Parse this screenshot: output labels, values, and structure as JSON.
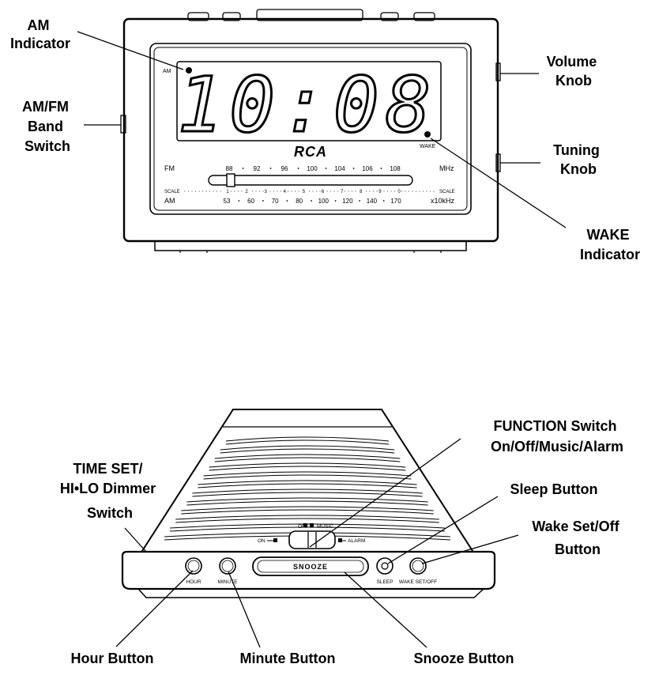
{
  "display": {
    "time": "10:08",
    "am": "AM",
    "wake": "WAKE",
    "brand": "RCA"
  },
  "dial": {
    "fm_label": "FM",
    "fm_unit": "MHz",
    "fm_values": [
      "88",
      "92",
      "96",
      "100",
      "104",
      "106",
      "108"
    ],
    "scale_label": "SCALE",
    "scale_marks": [
      "1",
      "2",
      "3",
      "4",
      "5",
      "6",
      "7",
      "8",
      "9",
      "0"
    ],
    "am_label": "AM",
    "am_unit": "x10kHz",
    "am_values": [
      "53",
      "60",
      "70",
      "80",
      "100",
      "120",
      "140",
      "170"
    ]
  },
  "callouts": {
    "am_indicator": [
      "AM",
      "Indicator"
    ],
    "band_switch": [
      "AM/FM",
      "Band",
      "Switch"
    ],
    "volume_knob": [
      "Volume",
      "Knob"
    ],
    "tuning_knob": [
      "Tuning",
      "Knob"
    ],
    "wake_indicator": [
      "WAKE",
      "Indicator"
    ],
    "function_switch": [
      "FUNCTION Switch",
      "On/Off/Music/Alarm"
    ],
    "time_set": [
      "TIME SET/",
      "HI•LO Dimmer",
      "Switch"
    ],
    "sleep_button": [
      "Sleep Button"
    ],
    "wake_set_button": [
      "Wake Set/Off",
      "Button"
    ],
    "hour_button": [
      "Hour Button"
    ],
    "minute_button": [
      "Minute Button"
    ],
    "snooze_button": [
      "Snooze Button"
    ]
  },
  "top_panel": {
    "off": "OFF",
    "music": "MUSIC",
    "on": "ON",
    "alarm": "ALARM",
    "hour": "HOUR",
    "minute": "MINUTE",
    "snooze": "SNOOZE",
    "sleep": "SLEEP",
    "wake_set_off": "WAKE SET/OFF"
  }
}
